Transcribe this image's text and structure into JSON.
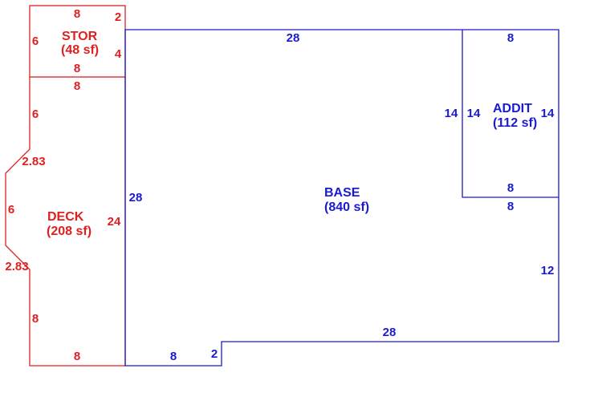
{
  "colors": {
    "deck": "#e02020",
    "base": "#1a1ad0",
    "background": "#ffffff"
  },
  "areas": {
    "stor": {
      "name": "STOR",
      "area": "(48 sf)"
    },
    "deck": {
      "name": "DECK",
      "area": "(208 sf)"
    },
    "base": {
      "name": "BASE",
      "area": "(840 sf)"
    },
    "addit": {
      "name": "ADDIT",
      "area": "(112 sf)"
    }
  },
  "dimensions": {
    "stor_top": "8",
    "stor_right_upper": "2",
    "stor_left": "6",
    "stor_right": "4",
    "stor_bottom": "8",
    "deck_top": "8",
    "deck_left_upper": "6",
    "deck_diag_upper": "2.83",
    "deck_left_mid": "6",
    "deck_diag_lower": "2.83",
    "deck_left_lower": "8",
    "deck_bottom": "8",
    "deck_right": "24",
    "base_top": "28",
    "base_left": "28",
    "base_bottom_left": "8",
    "base_step": "2",
    "base_bottom": "28",
    "base_right": "12",
    "addit_top": "8",
    "addit_left_outer": "14",
    "addit_left_inner": "14",
    "addit_right": "14",
    "addit_bottom_inner": "8",
    "addit_bottom_outer": "8"
  }
}
